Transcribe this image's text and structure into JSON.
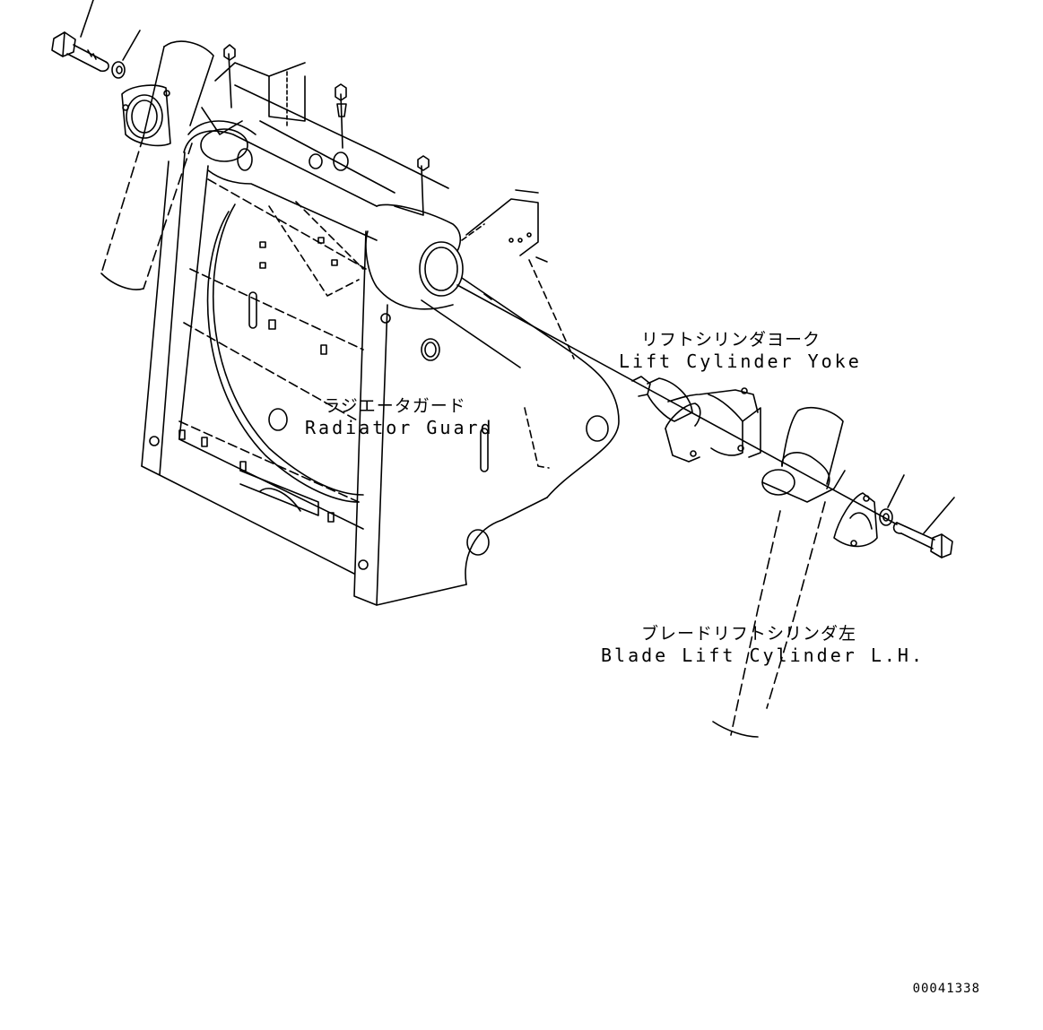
{
  "callouts": [
    {
      "jp": "リフトシリンダヨーク",
      "en": "Lift Cylinder Yoke"
    },
    {
      "jp": "ラジエータガード",
      "en": "Radiator Guard"
    },
    {
      "jp": "ブレードリフトシリンダ左",
      "en": "Blade Lift Cylinder L.H."
    }
  ],
  "figure_number": "00041338"
}
